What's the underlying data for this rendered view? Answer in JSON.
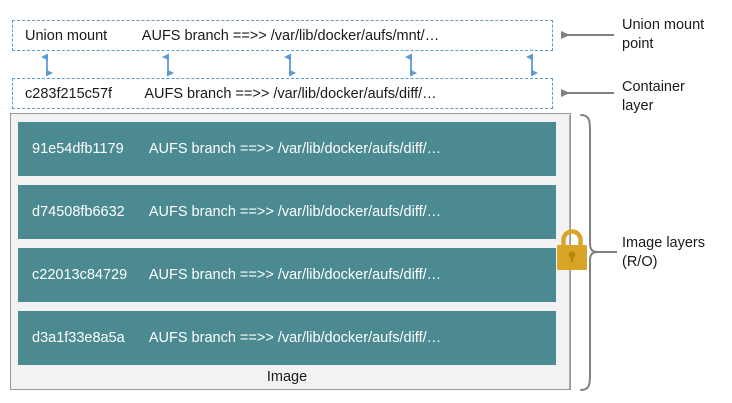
{
  "diagram": {
    "title": "Docker AUFS storage driver layer diagram",
    "colors": {
      "layer_fill": "#4B8A90",
      "dashed_border": "#5B9BD5",
      "arrow_blue": "#5B9BD5",
      "arrow_gray": "#808080",
      "container_bg": "#f2f2f2",
      "container_border": "#9a9a9a",
      "lock_gold": "#D9A528",
      "text_dark": "#1a1a1a",
      "text_light": "#ffffff"
    },
    "union_mount": {
      "label": "Union mount",
      "branch": "AUFS branch ==>> /var/lib/docker/aufs/mnt/…"
    },
    "container_layer": {
      "label": "c283f215c57f",
      "branch": "AUFS branch ==>> /var/lib/docker/aufs/diff/…"
    },
    "image": {
      "caption": "Image",
      "layers": [
        {
          "id": "91e54dfb1179",
          "branch": "AUFS branch ==>> /var/lib/docker/aufs/diff/…"
        },
        {
          "id": "d74508fb6632",
          "branch": "AUFS branch ==>> /var/lib/docker/aufs/diff/…"
        },
        {
          "id": "c22013c84729",
          "branch": "AUFS branch ==>> /var/lib/docker/aufs/diff/…"
        },
        {
          "id": "d3a1f33e8a5a",
          "branch": "AUFS branch ==>> /var/lib/docker/aufs/diff/…"
        }
      ]
    },
    "annotations": {
      "union_mount_point": "Union mount\npoint",
      "container_layer": "Container\nlayer",
      "image_layers": "Image layers\n(R/O)"
    },
    "icons": {
      "lock": "lock-icon",
      "brace": "curly-brace-right",
      "double_arrow": "double-headed-arrow-vertical",
      "callout_arrow": "arrow-left"
    }
  }
}
